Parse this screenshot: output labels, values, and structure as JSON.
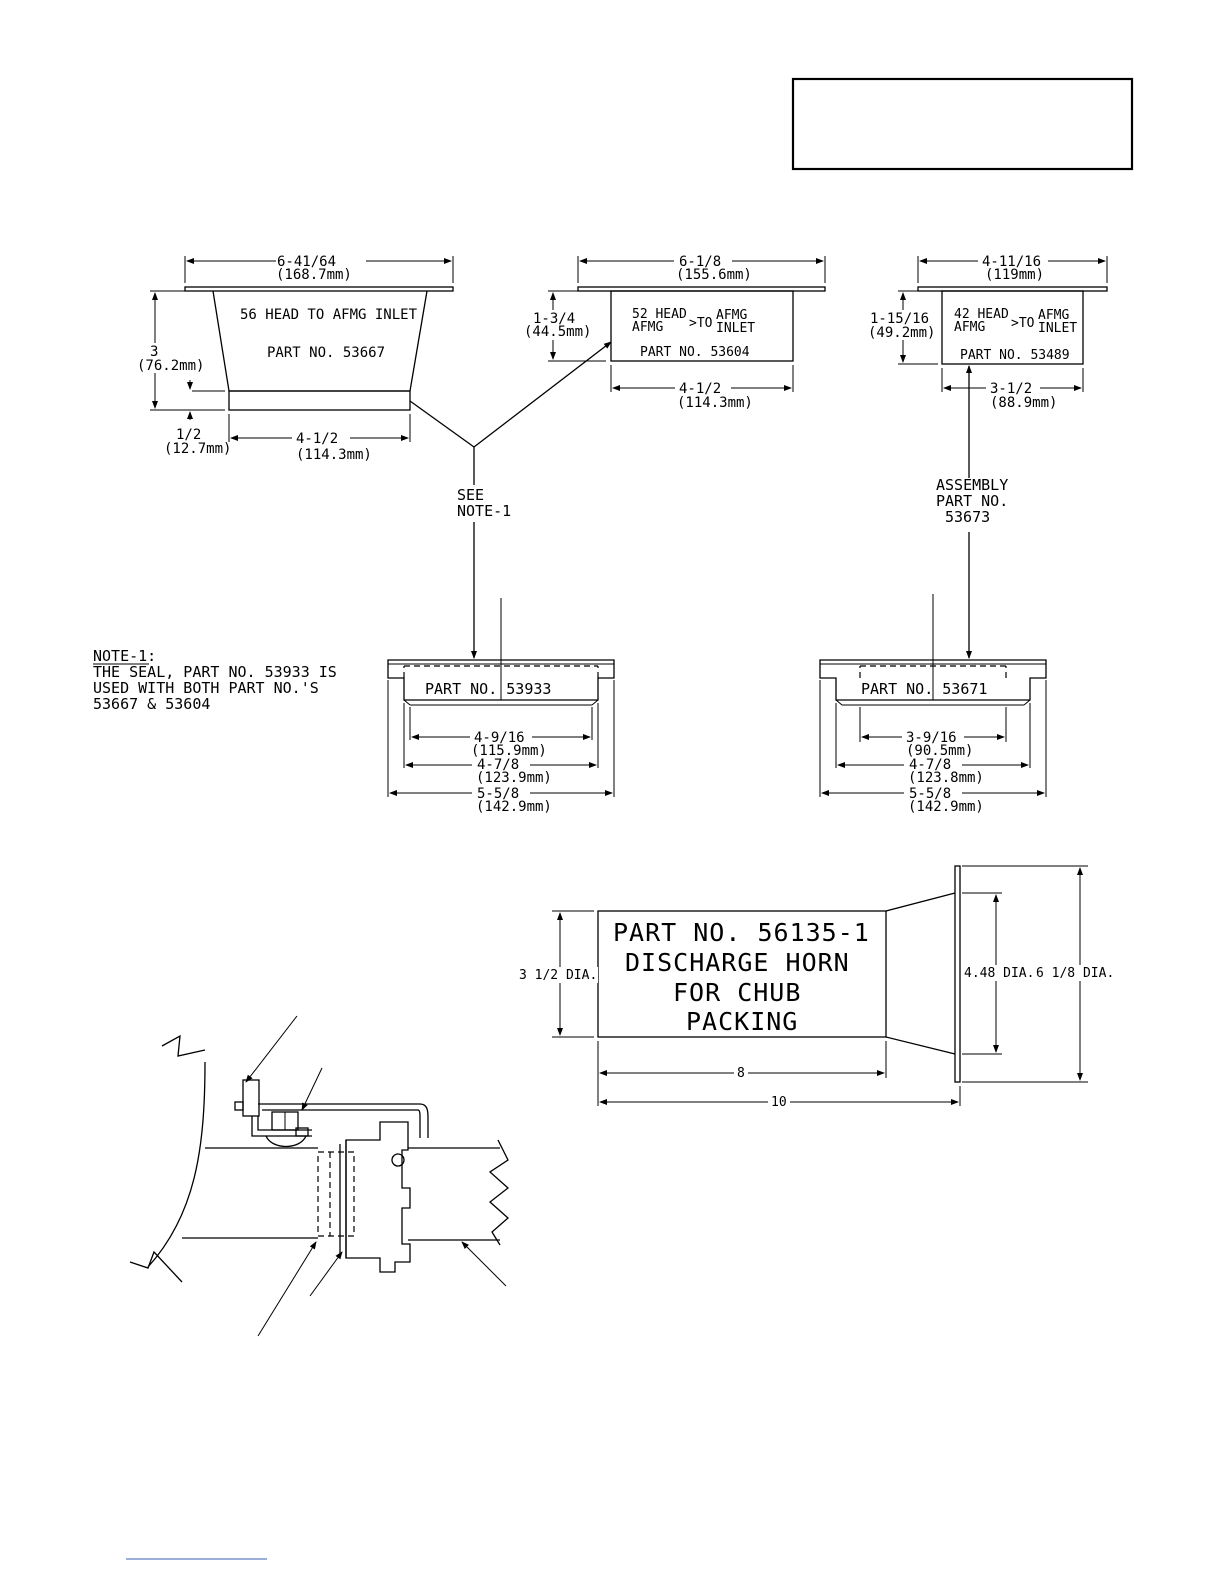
{
  "part_56_head": {
    "label_line1": "56 HEAD TO AFMG INLET",
    "label_line2": "PART NO. 53667",
    "dim_top": "6-41/64",
    "dim_top_mm": "(168.7mm)",
    "dim_height": "3",
    "dim_height_mm": "(76.2mm)",
    "dim_lip": "1/2",
    "dim_lip_mm": "(12.7mm)",
    "dim_bottom": "4-1/2",
    "dim_bottom_mm": "(114.3mm)"
  },
  "part_52_head": {
    "label_a": "52 HEAD",
    "label_b": "AFMG",
    "label_to": ">TO",
    "label_c": "AFMG",
    "label_d": "INLET",
    "part_no": "PART NO. 53604",
    "dim_top": "6-1/8",
    "dim_top_mm": "(155.6mm)",
    "dim_height": "1-3/4",
    "dim_height_mm": "(44.5mm)",
    "dim_bottom": "4-1/2",
    "dim_bottom_mm": "(114.3mm)"
  },
  "part_42_head": {
    "label_a": "42 HEAD",
    "label_b": "AFMG",
    "label_to": ">TO",
    "label_c": "AFMG",
    "label_d": "INLET",
    "part_no": "PART NO. 53489",
    "dim_top": "4-11/16",
    "dim_top_mm": "(119mm)",
    "dim_height": "1-15/16",
    "dim_height_mm": "(49.2mm)",
    "dim_bottom": "3-1/2",
    "dim_bottom_mm": "(88.9mm)"
  },
  "see_note": {
    "line1": "SEE",
    "line2": "NOTE-1"
  },
  "assembly": {
    "line1": "ASSEMBLY",
    "line2": "PART NO.",
    "line3": "53673"
  },
  "note1": {
    "title": "NOTE-1:",
    "line1": "THE SEAL, PART NO. 53933 IS",
    "line2": "USED WITH BOTH PART NO.'S",
    "line3": "53667 & 53604"
  },
  "seal_left": {
    "part_no": "PART NO. 53933",
    "dim1": "4-9/16",
    "dim1_mm": "(115.9mm)",
    "dim2": "4-7/8",
    "dim2_mm": "(123.9mm)",
    "dim3": "5-5/8",
    "dim3_mm": "(142.9mm)"
  },
  "seal_right": {
    "part_no": "PART NO. 53671",
    "dim1": "3-9/16",
    "dim1_mm": "(90.5mm)",
    "dim2": "4-7/8",
    "dim2_mm": "(123.8mm)",
    "dim3": "5-5/8",
    "dim3_mm": "(142.9mm)"
  },
  "horn": {
    "line1": "PART NO. 56135-1",
    "line2": "DISCHARGE HORN",
    "line3": "FOR CHUB",
    "line4": "PACKING",
    "dim_left": "3 1/2 DIA.",
    "dim_inner": "4.48 DIA.",
    "dim_outer": "6 1/8 DIA.",
    "dim_len1": "8",
    "dim_len2": "10"
  }
}
